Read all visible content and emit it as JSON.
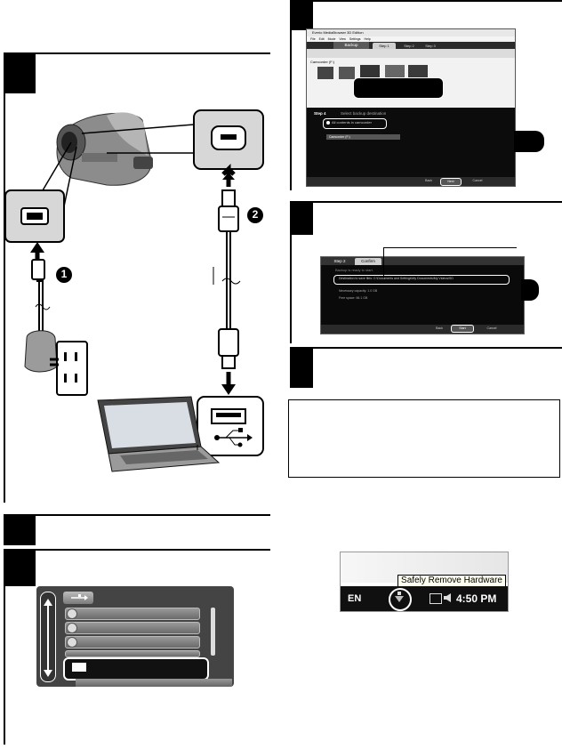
{
  "software": {
    "title": "Everio MediaBrowser 3D Edition",
    "menu": [
      "File",
      "Edit",
      "Mode",
      "View",
      "Settings",
      "Help"
    ],
    "tabs": [
      "Backup",
      "Step 1",
      "Step 2",
      "Step 3"
    ],
    "source_label": "Camcorder (F:)",
    "step4_label": "Step 4",
    "step4_header": "Select backup destination",
    "option_label": "All contents in camcorder",
    "dropdown_value": "Camcorder (F:)",
    "buttons": [
      "Back",
      "Next",
      "Cancel"
    ]
  },
  "confirm": {
    "tabs": [
      "Step 2",
      "Confirm"
    ],
    "heading": "Backup is ready to start.",
    "destination_text": "Destination to save files: C:\\Documents and Settings\\My Documents\\My Videos\\SD",
    "required_space": "Necessary capacity: 1.0 GB",
    "free_space": "Free space: 66.1 GB",
    "buttons": [
      "Back",
      "Start",
      "Cancel"
    ]
  },
  "tray": {
    "tooltip": "Safely Remove Hardware",
    "language": "EN",
    "time": "4:50 PM"
  },
  "callouts": {
    "one": "1",
    "two": "2"
  }
}
